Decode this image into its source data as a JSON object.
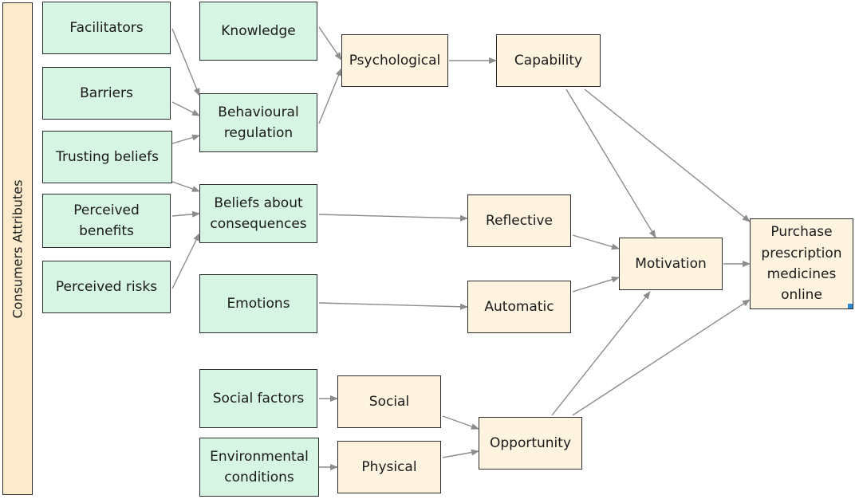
{
  "side_label": "Consumers Attributes",
  "attributes": {
    "facilitators": "Facilitators",
    "barriers": "Barriers",
    "trusting_beliefs": "Trusting beliefs",
    "perceived_benefits": "Perceived benefits",
    "perceived_risks": "Perceived risks"
  },
  "domains": {
    "knowledge": "Knowledge",
    "behavioural_regulation": "Behavioural regulation",
    "beliefs_about_consequences": "Beliefs about consequences",
    "emotions": "Emotions",
    "social_factors": "Social factors",
    "environmental_conditions": "Environmental conditions"
  },
  "components": {
    "psychological": "Psychological",
    "capability": "Capability",
    "reflective": "Reflective",
    "automatic": "Automatic",
    "motivation": "Motivation",
    "social": "Social",
    "physical": "Physical",
    "opportunity": "Opportunity"
  },
  "outcome": "Purchase prescription medicines online",
  "colors": {
    "attribute_fill": "#d6f5e3",
    "component_fill": "#fdf3df",
    "side_label_fill": "#fbeacb",
    "arrow": "#8c8c8c",
    "border": "#2b2b2b"
  }
}
